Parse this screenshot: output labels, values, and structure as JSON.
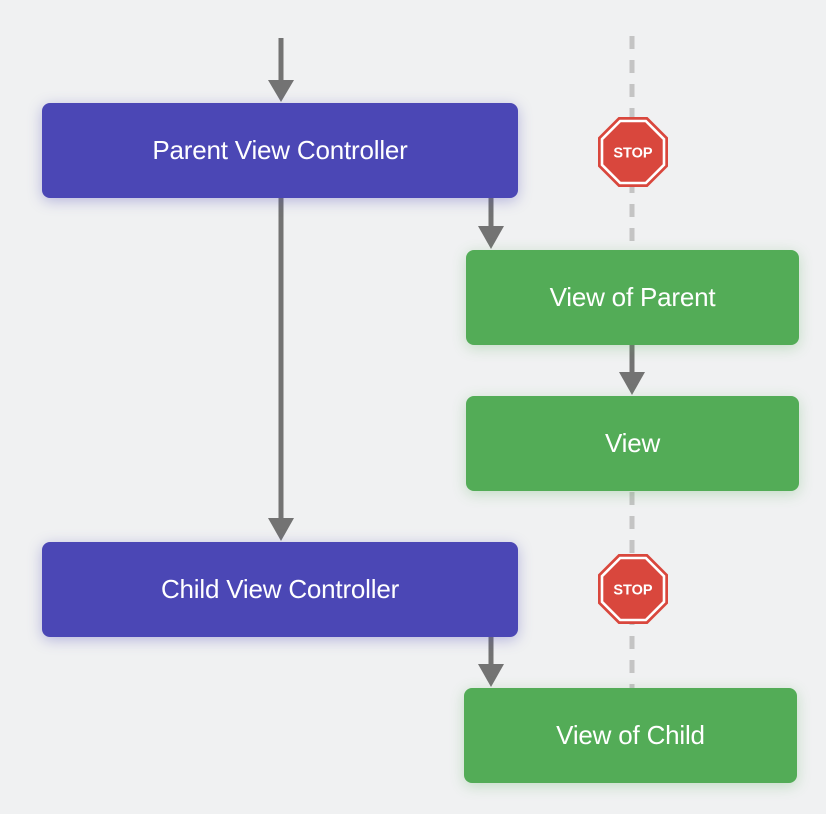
{
  "diagram": {
    "nodes": {
      "parent_controller": {
        "label": "Parent View Controller",
        "kind": "controller"
      },
      "view_of_parent": {
        "label": "View of Parent",
        "kind": "view"
      },
      "view": {
        "label": "View",
        "kind": "view"
      },
      "child_controller": {
        "label": "Child View Controller",
        "kind": "controller"
      },
      "view_of_child": {
        "label": "View of Child",
        "kind": "view"
      }
    },
    "stop_signs": [
      {
        "label": "STOP"
      },
      {
        "label": "STOP"
      }
    ],
    "edges": [
      {
        "from": "parent_controller",
        "to": "child_controller"
      },
      {
        "from": "parent_controller",
        "to": "view_of_parent"
      },
      {
        "from": "view_of_parent",
        "to": "view"
      },
      {
        "from": "child_controller",
        "to": "view_of_child"
      }
    ],
    "colors": {
      "controller": "#4b47b5",
      "view": "#53ac57",
      "arrow": "#737373",
      "dashed_line": "#c4c4c4",
      "stop_sign": "#d9473d",
      "background": "#f0f1f2"
    }
  }
}
